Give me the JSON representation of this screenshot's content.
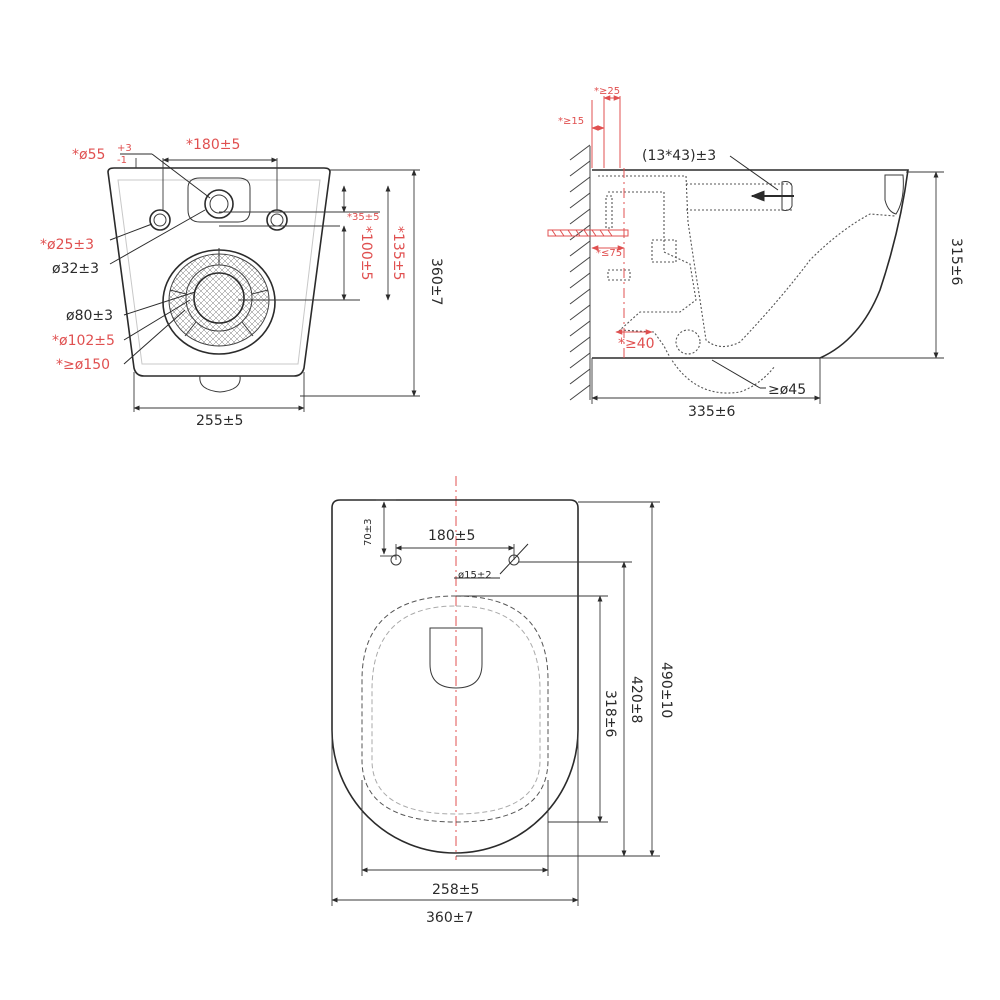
{
  "front_view": {
    "d_55": "*ø55",
    "d_55_tol_upper": "+3",
    "d_55_tol_lower": "-1",
    "w_180": "*180±5",
    "d_25": "*ø25±3",
    "d_32": "ø32±3",
    "d_80": "ø80±3",
    "d_102": "*ø102±5",
    "d_150": "*≥ø150",
    "h_35": "*35±5",
    "h_100": "*100±5",
    "h_135": "*135±5",
    "h_360": "360±7",
    "w_255": "255±5"
  },
  "side_view": {
    "g_25": "*≥25",
    "g_15": "*≥15",
    "slot": "(13*43)±3",
    "s_75": "*≤75",
    "g_40": "*≥40",
    "d_45": "≥ø45",
    "h_315": "315±6",
    "w_335": "335±6"
  },
  "top_view": {
    "h_70": "70±3",
    "w_180": "180±5",
    "d_15": "ø15±2",
    "h_490": "490±10",
    "h_420": "420±8",
    "h_318": "318±6",
    "w_258": "258±5",
    "w_360": "360±7"
  }
}
